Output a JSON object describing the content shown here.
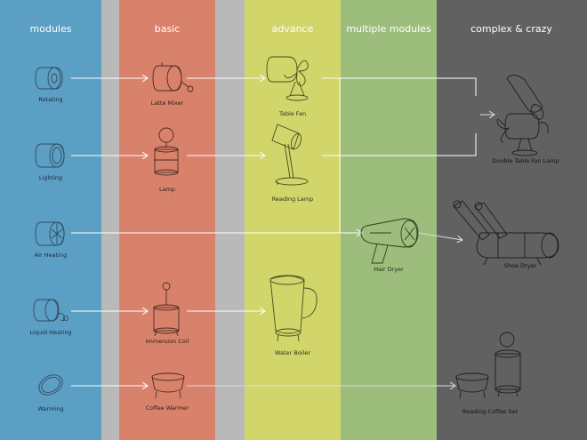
{
  "columns": [
    {
      "key": "modules",
      "label": "modules",
      "color": "#5b9fc4"
    },
    {
      "key": "basic",
      "label": "basic",
      "color": "#d9826b"
    },
    {
      "key": "advance",
      "label": "advance",
      "color": "#d2d56a"
    },
    {
      "key": "multiple",
      "label": "multiple modules",
      "color": "#9dbd7c"
    },
    {
      "key": "complex",
      "label": "complex & crazy",
      "color": "#616161"
    }
  ],
  "gap_color": "#b9b9b9",
  "items": {
    "rotating": "Rotating",
    "lighting": "Lighting",
    "air_heating": "Air Heating",
    "liquid_heating": "Liquid Heating",
    "warming": "Warming",
    "latte_mixer": "Latte Mixer",
    "lamp": "Lamp",
    "immersion_coil": "Immersion Coil",
    "coffee_warmer": "Coffee Warmer",
    "table_fan": "Table Fan",
    "reading_lamp": "Reading Lamp",
    "water_boiler": "Water Boiler",
    "hair_dryer": "Hair Dryer",
    "double_table_fan_lamp": "Double Table Fan Lamp",
    "shoe_dryer": "Shoe Dryer",
    "reading_coffee_set": "Reading Coffee Set"
  }
}
